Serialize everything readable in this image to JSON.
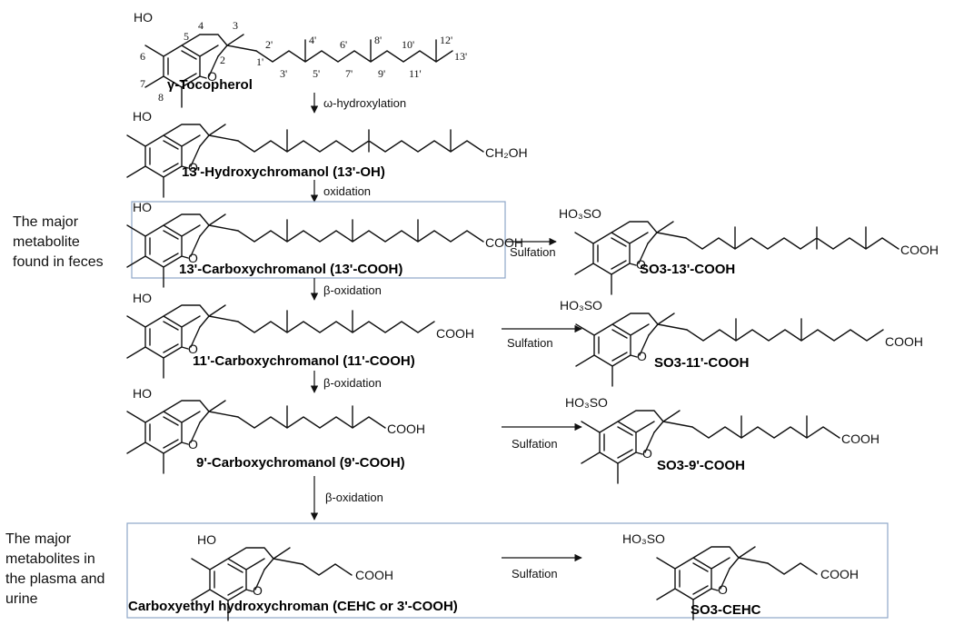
{
  "molecules": [
    {
      "id": "gtoc",
      "name": "γ-Tocopherol"
    },
    {
      "id": "oh13",
      "name": "13'-Hydroxychromanol (13'-OH)"
    },
    {
      "id": "c13",
      "name": "13'-Carboxychromanol (13'-COOH)"
    },
    {
      "id": "c11",
      "name": "11'-Carboxychromanol (11'-COOH)"
    },
    {
      "id": "c9",
      "name": "9'-Carboxychromanol (9'-COOH)"
    },
    {
      "id": "cehc",
      "name": "Carboxyethyl hydroxychroman (CEHC or 3'-COOH)"
    },
    {
      "id": "s13",
      "name": "SO3-13'-COOH"
    },
    {
      "id": "s11",
      "name": "SO3-11'-COOH"
    },
    {
      "id": "s9",
      "name": "SO3-9'-COOH"
    },
    {
      "id": "scehc",
      "name": "SO3-CEHC"
    }
  ],
  "reactions": {
    "omega_hydroxylation": "ω-hydroxylation",
    "oxidation": "oxidation",
    "beta_oxidation": "β-oxidation",
    "sulfation": "Sulfation"
  },
  "group_labels": {
    "ho": "HO",
    "o": "O",
    "cooh": "COOH",
    "ch2oh": "CH₂OH",
    "so3": "HO₃SO"
  },
  "atom_numbers": [
    "5",
    "6",
    "7",
    "8",
    "4",
    "3",
    "2",
    "1'",
    "2'",
    "3'",
    "4'",
    "5'",
    "6'",
    "7'",
    "8'",
    "9'",
    "10'",
    "11'",
    "12'",
    "13'"
  ],
  "side_notes": {
    "feces": [
      "The major",
      "metabolite",
      "found in feces"
    ],
    "plasma": [
      "The major",
      "metabolites in",
      "the plasma and",
      "urine"
    ]
  }
}
